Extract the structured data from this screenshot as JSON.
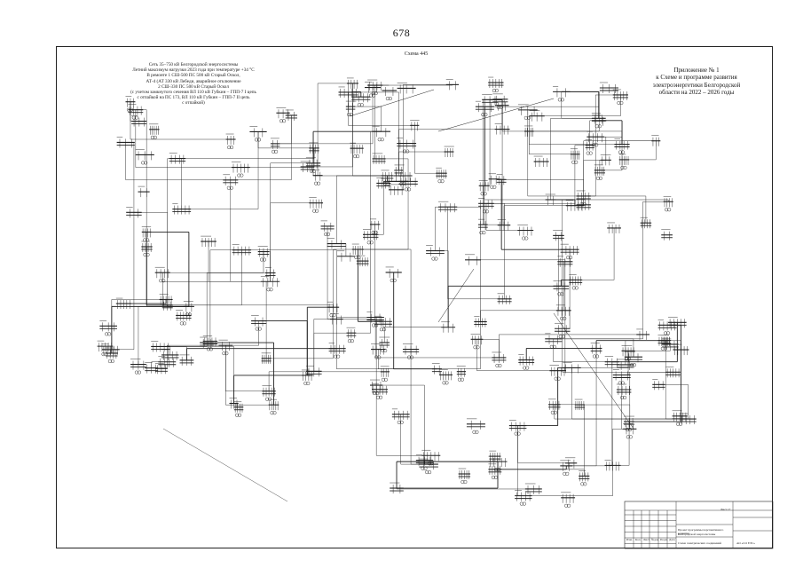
{
  "page_number": "678",
  "scheme_title": "Схема 445",
  "description_lines": [
    "Сеть 35–750 кВ Белгородской энергосистемы",
    "Летний максимум нагрузки 2023 года при температуре +34 °С",
    "В ремонте 1 СШ-500 ПС 500 кВ Старый Оскол,",
    "АТ-4 (АТ 330 кВ Лебеди, аварийное отключение",
    "2 СШ-330 ПС 500 кВ Старый Оскол",
    "(с учетом замкнутого сечения ВЛ 110 кВ Губкин – ГПП-7 I цепь",
    "с отпайкой на ПС 173, ВЛ 110 кВ Губкин – ГПП-7 II цепь",
    "с отпайкой)"
  ],
  "appendix_lines": [
    "Приложение № 1",
    "к Схеме и программе развития",
    "электроэнергетики Белгородской",
    "области на 2022 – 2026 годы"
  ],
  "stamp_texts": [
    "Лист 17",
    "Проект программы перспективного развития",
    "Белгородской энергосистемы",
    "Схема электрических соединений",
    "АО «СО ЕЭС»",
    "Изм.",
    "Кол.",
    "Лист",
    "№док",
    "Подп.",
    "Дата"
  ],
  "colors": {
    "line": "#222222",
    "background": "#ffffff"
  }
}
